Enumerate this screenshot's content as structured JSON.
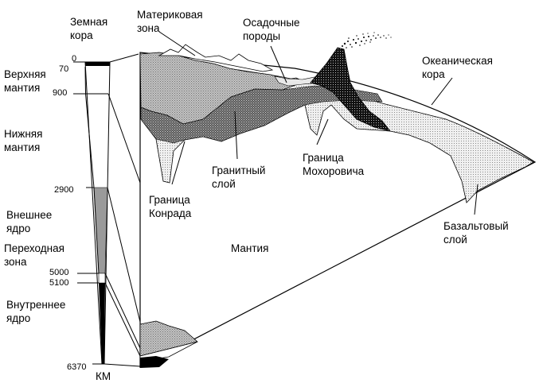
{
  "scale": {
    "labels": {
      "earth_crust": [
        "Земная",
        "кора"
      ],
      "upper_mantle": [
        "Верхняя",
        "мантия"
      ],
      "lower_mantle": [
        "Нижняя",
        "мантия"
      ],
      "outer_core": [
        "Внешнее",
        "ядро"
      ],
      "transition_zone": [
        "Переходная",
        "зона"
      ],
      "inner_core": [
        "Внутреннее",
        "ядро"
      ]
    },
    "depths": {
      "d0": "0",
      "d70": "70",
      "d900": "900",
      "d2900": "2900",
      "d5000": "5000",
      "d5100": "5100",
      "d6370": "6370"
    },
    "unit": "КМ"
  },
  "section": {
    "continental_zone": [
      "Материковая",
      "зона"
    ],
    "sedimentary_rocks": [
      "Осадочные",
      "породы"
    ],
    "oceanic_crust": [
      "Океаническая",
      "кора"
    ],
    "granite_layer": [
      "Гранитный",
      "слой"
    ],
    "moho": [
      "Граница",
      "Мохоровича"
    ],
    "conrad": [
      "Граница",
      "Конрада"
    ],
    "mantle": "Мантия",
    "basalt_layer": [
      "Базальтовый",
      "слой"
    ]
  }
}
